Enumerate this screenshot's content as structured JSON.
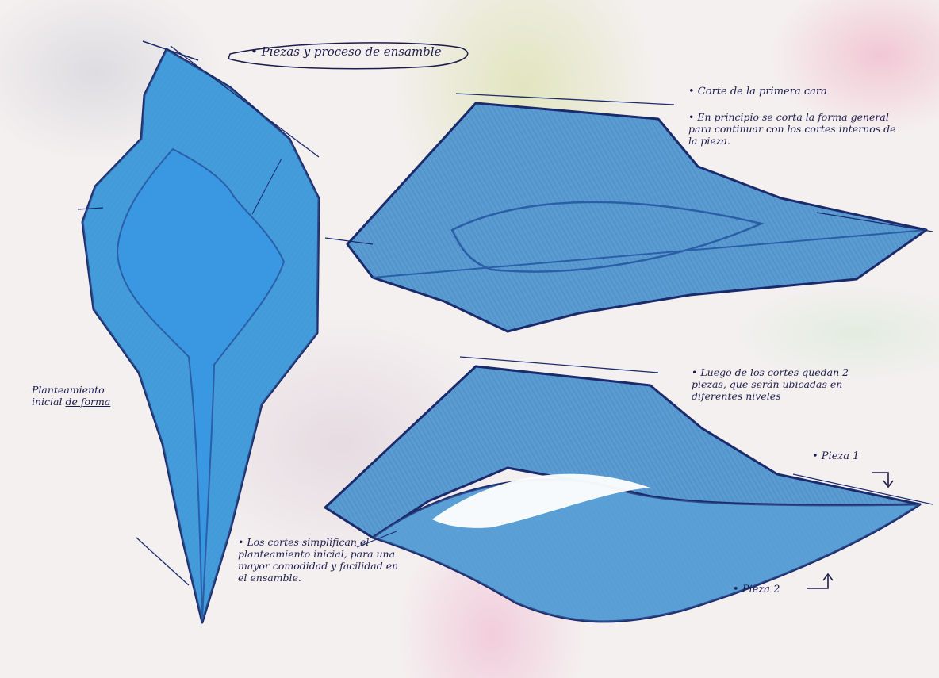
{
  "notes": {
    "title": "• Piezas y proceso de ensamble",
    "cut_first": "• Corte de la primera cara",
    "cut_detail": "• En principio se corta la forma general para continuar con los cortes internos de la pieza.",
    "after_cuts": "• Luego de los cortes quedan 2 piezas, que serán ubicadas en diferentes niveles",
    "planning_a": "Planteamiento inicial ",
    "planning_b": "de forma",
    "simplify": "• Los cortes simplifican el planteamiento inicial, para una mayor comodidad y facilidad en el ensamble."
  },
  "labels": {
    "piece1": "• Pieza 1",
    "piece2": "• Pieza 2"
  },
  "colors": {
    "shape_fill": "#3f9ddf",
    "shape_shade": "#4a8fc9",
    "outline": "#1b2a6b",
    "ink": "#1c1c4a"
  }
}
